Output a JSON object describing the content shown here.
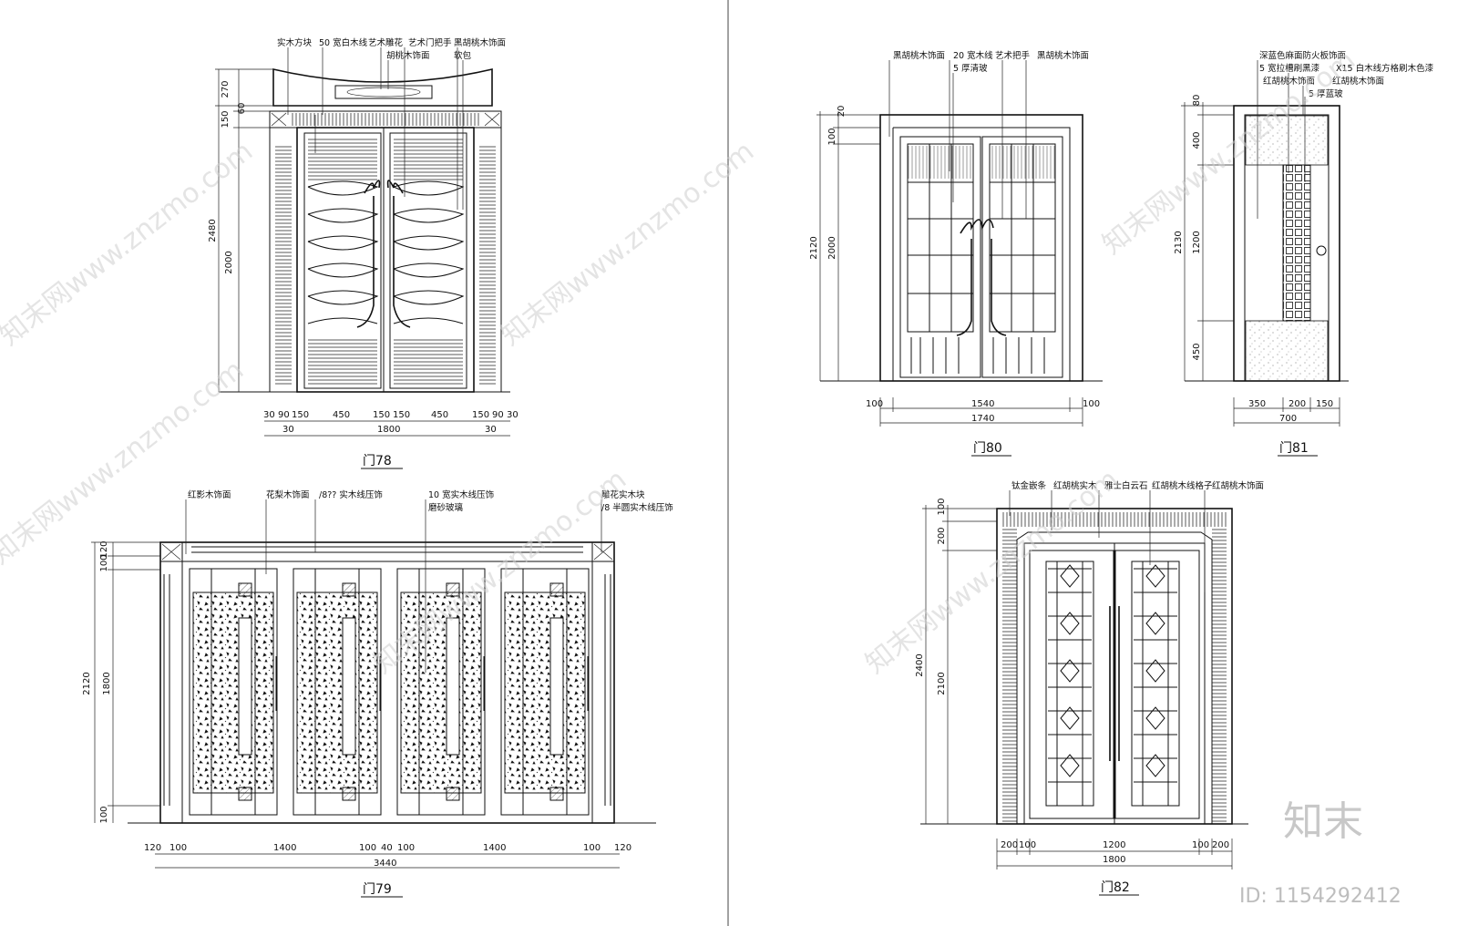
{
  "drawings": {
    "door78": {
      "title": "门78",
      "notes": [
        "实木方块",
        "50 宽白木线",
        "艺术雕花",
        "艺术门把手",
        "黑胡桃木饰面",
        "胡桃木饰面",
        "软包"
      ],
      "vdims": [
        "270",
        "60",
        "150",
        "2480",
        "2000"
      ],
      "hdims": [
        "30",
        "90",
        "150",
        "450",
        "150",
        "150",
        "450",
        "150",
        "90",
        "30"
      ],
      "hdims2": [
        "30",
        "30"
      ],
      "total": "1800"
    },
    "door79": {
      "title": "门79",
      "notes": [
        "红影木饰面",
        "花梨木饰面",
        "/8?? 实木线压饰",
        "10 宽实木线压饰",
        "磨砂玻璃",
        "雕花实木块",
        "/8 半圆实木线压饰"
      ],
      "vdims": [
        "120",
        "100",
        "2120",
        "1800",
        "100"
      ],
      "hdims": [
        "120",
        "100",
        "1400",
        "100",
        "40",
        "100",
        "1400",
        "100",
        "120"
      ],
      "total": "3440"
    },
    "door80": {
      "title": "门80",
      "notes": [
        "黑胡桃木饰面",
        "20 宽木线",
        "艺术把手",
        "黑胡桃木饰面",
        "5 厚清玻"
      ],
      "vdims": [
        "20",
        "100",
        "2120",
        "2000"
      ],
      "hdims": [
        "100",
        "1540",
        "100"
      ],
      "total": "1740"
    },
    "door81": {
      "title": "门81",
      "notes": [
        "深蓝色麻面防火板饰面",
        "5 宽拉槽刷黑漆",
        "X15 白木线方格刷木色漆",
        "红胡桃木饰面",
        "红胡桃木饰面",
        "5 厚蓝玻"
      ],
      "vdims": [
        "80",
        "400",
        "2130",
        "1200",
        "450"
      ],
      "hdims": [
        "350",
        "200",
        "150"
      ],
      "total": "700"
    },
    "door82": {
      "title": "门82",
      "notes": [
        "钛金嵌条",
        "红胡桃实木",
        "雅士白云石",
        "红胡桃木线格子",
        "红胡桃木饰面"
      ],
      "vdims": [
        "100",
        "200",
        "2400",
        "2100"
      ],
      "hdims": [
        "200",
        "100",
        "1200",
        "100",
        "200"
      ],
      "total": "1800"
    }
  },
  "watermark": {
    "text": "知末网www.znzmo.com",
    "brand": "知末",
    "id": "ID: 1154292412"
  }
}
